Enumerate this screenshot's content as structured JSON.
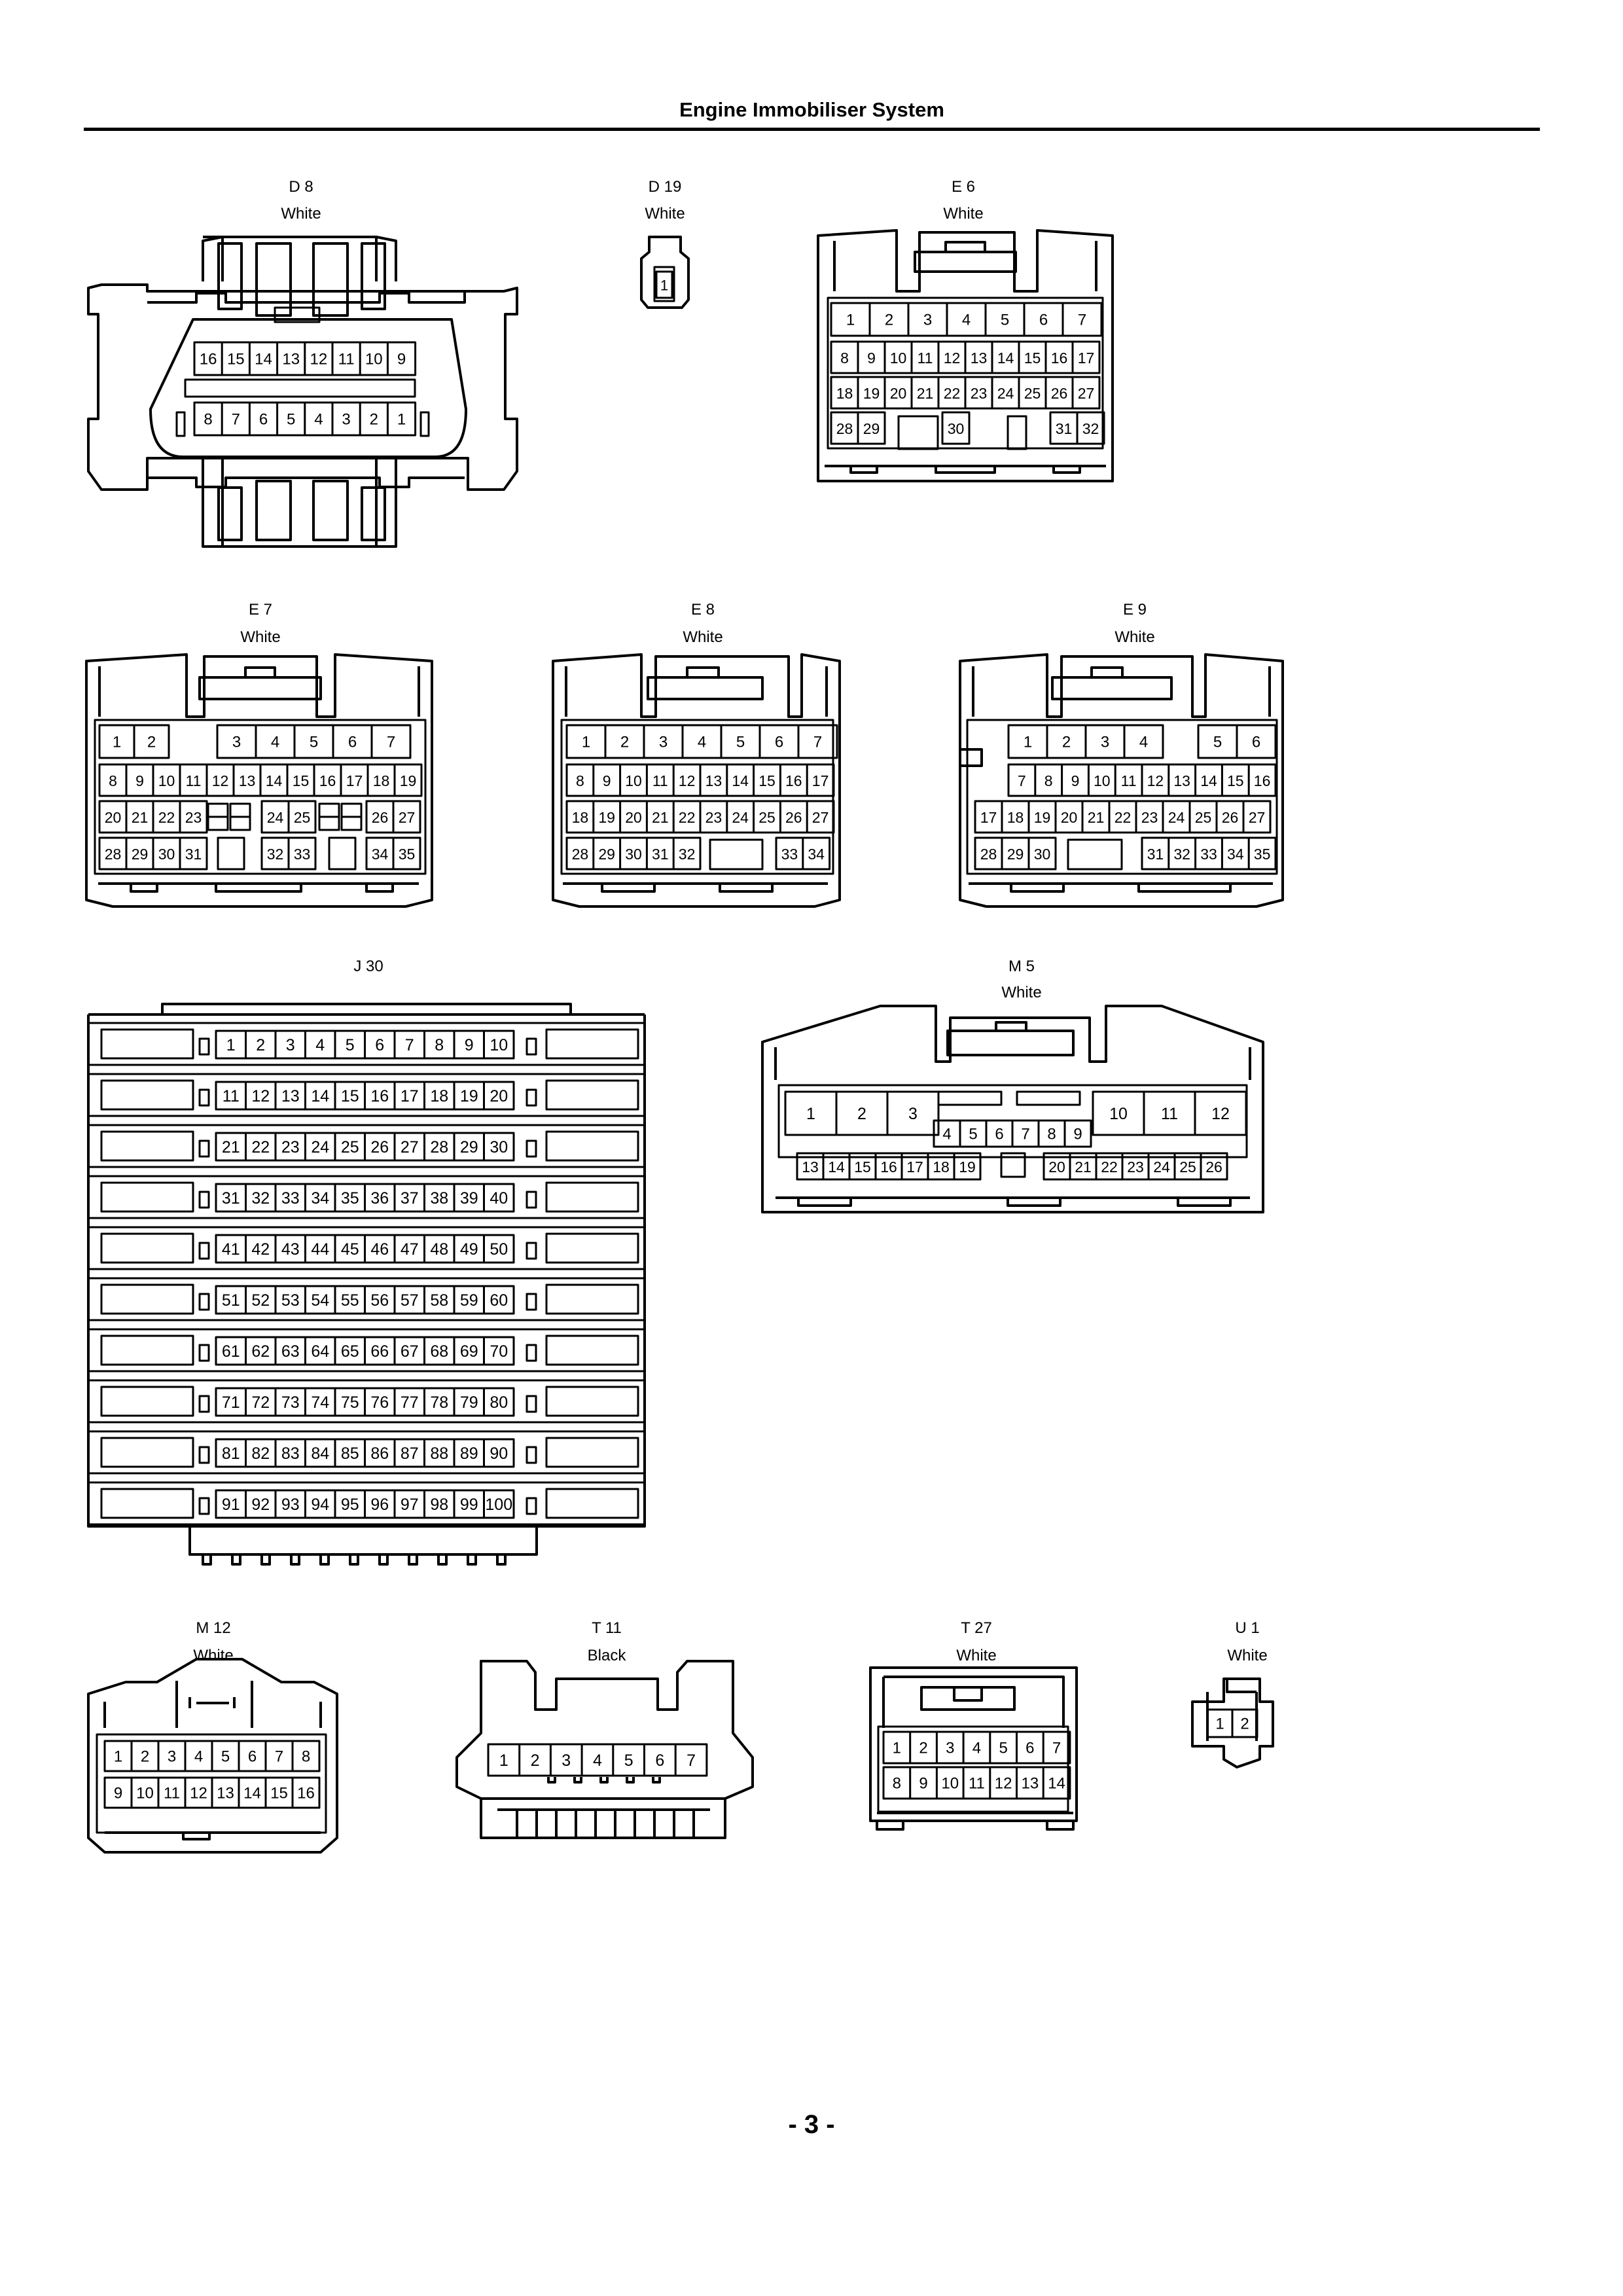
{
  "header": {
    "title": "Engine Immobiliser System"
  },
  "page_number": "- 3 -",
  "connectors": {
    "d8": {
      "code": "D 8",
      "color": "White"
    },
    "d19": {
      "code": "D 19",
      "color": "White"
    },
    "e6": {
      "code": "E 6",
      "color": "White"
    },
    "e7": {
      "code": "E 7",
      "color": "White"
    },
    "e8": {
      "code": "E 8",
      "color": "White"
    },
    "e9": {
      "code": "E 9",
      "color": "White"
    },
    "j30": {
      "code": "J 30"
    },
    "m5": {
      "code": "M 5",
      "color": "White"
    },
    "m12": {
      "code": "M 12",
      "color": "White"
    },
    "t11": {
      "code": "T 11",
      "color": "Black"
    },
    "t27": {
      "code": "T 27",
      "color": "White"
    },
    "u1": {
      "code": "U 1",
      "color": "White"
    }
  },
  "pinouts": {
    "d8": [
      [
        "16",
        "15",
        "14",
        "13",
        "12",
        "11",
        "10",
        "9"
      ],
      [
        "8",
        "7",
        "6",
        "5",
        "4",
        "3",
        "2",
        "1"
      ]
    ],
    "d19": [
      [
        "1"
      ]
    ],
    "e6": [
      [
        "1",
        "2",
        "3",
        "4",
        "5",
        "6",
        "7"
      ],
      [
        "8",
        "9",
        "10",
        "11",
        "12",
        "13",
        "14",
        "15",
        "16",
        "17"
      ],
      [
        "18",
        "19",
        "20",
        "21",
        "22",
        "23",
        "24",
        "25",
        "26",
        "27"
      ],
      [
        "28",
        "29",
        "",
        "",
        "30",
        "",
        "",
        "31",
        "32"
      ]
    ],
    "e7": [
      [
        "1",
        "2",
        "",
        "3",
        "4",
        "5",
        "6",
        "7"
      ],
      [
        "8",
        "9",
        "10",
        "11",
        "12",
        "13",
        "14",
        "15",
        "16",
        "17",
        "18",
        "19"
      ],
      [
        "20",
        "21",
        "22",
        "23",
        "",
        "24",
        "25",
        "",
        "26",
        "27"
      ],
      [
        "28",
        "29",
        "30",
        "31",
        "",
        "32",
        "33",
        "",
        "34",
        "35"
      ]
    ],
    "e8": [
      [
        "1",
        "2",
        "3",
        "4",
        "5",
        "6",
        "7"
      ],
      [
        "8",
        "9",
        "10",
        "11",
        "12",
        "13",
        "14",
        "15",
        "16",
        "17"
      ],
      [
        "18",
        "19",
        "20",
        "21",
        "22",
        "23",
        "24",
        "25",
        "26",
        "27"
      ],
      [
        "28",
        "29",
        "30",
        "31",
        "32",
        "",
        "",
        "33",
        "34"
      ]
    ],
    "e9": [
      [
        "1",
        "2",
        "3",
        "4",
        "",
        "5",
        "6"
      ],
      [
        "7",
        "8",
        "9",
        "10",
        "11",
        "12",
        "13",
        "14",
        "15",
        "16"
      ],
      [
        "17",
        "18",
        "19",
        "20",
        "21",
        "22",
        "23",
        "24",
        "25",
        "26",
        "27"
      ],
      [
        "28",
        "29",
        "30",
        "",
        "",
        "31",
        "32",
        "33",
        "34",
        "35"
      ]
    ],
    "j30": [
      [
        "1",
        "2",
        "3",
        "4",
        "5",
        "6",
        "7",
        "8",
        "9",
        "10"
      ],
      [
        "11",
        "12",
        "13",
        "14",
        "15",
        "16",
        "17",
        "18",
        "19",
        "20"
      ],
      [
        "21",
        "22",
        "23",
        "24",
        "25",
        "26",
        "27",
        "28",
        "29",
        "30"
      ],
      [
        "31",
        "32",
        "33",
        "34",
        "35",
        "36",
        "37",
        "38",
        "39",
        "40"
      ],
      [
        "41",
        "42",
        "43",
        "44",
        "45",
        "46",
        "47",
        "48",
        "49",
        "50"
      ],
      [
        "51",
        "52",
        "53",
        "54",
        "55",
        "56",
        "57",
        "58",
        "59",
        "60"
      ],
      [
        "61",
        "62",
        "63",
        "64",
        "65",
        "66",
        "67",
        "68",
        "69",
        "70"
      ],
      [
        "71",
        "72",
        "73",
        "74",
        "75",
        "76",
        "77",
        "78",
        "79",
        "80"
      ],
      [
        "81",
        "82",
        "83",
        "84",
        "85",
        "86",
        "87",
        "88",
        "89",
        "90"
      ],
      [
        "91",
        "92",
        "93",
        "94",
        "95",
        "96",
        "97",
        "98",
        "99",
        "100"
      ]
    ],
    "m5": [
      [
        "1",
        "2",
        "3",
        "10",
        "11",
        "12"
      ],
      [
        "4",
        "5",
        "6",
        "7",
        "8",
        "9"
      ],
      [
        "13",
        "14",
        "15",
        "16",
        "17",
        "18",
        "19",
        "20",
        "21",
        "22",
        "23",
        "24",
        "25",
        "26"
      ]
    ],
    "m12": [
      [
        "1",
        "2",
        "3",
        "4",
        "5",
        "6",
        "7",
        "8"
      ],
      [
        "9",
        "10",
        "11",
        "12",
        "13",
        "14",
        "15",
        "16"
      ]
    ],
    "t11": [
      [
        "1",
        "2",
        "3",
        "4",
        "5",
        "6",
        "7"
      ]
    ],
    "t27": [
      [
        "1",
        "2",
        "3",
        "4",
        "5",
        "6",
        "7"
      ],
      [
        "8",
        "9",
        "10",
        "11",
        "12",
        "13",
        "14"
      ]
    ],
    "u1": [
      [
        "1",
        "2"
      ]
    ]
  }
}
